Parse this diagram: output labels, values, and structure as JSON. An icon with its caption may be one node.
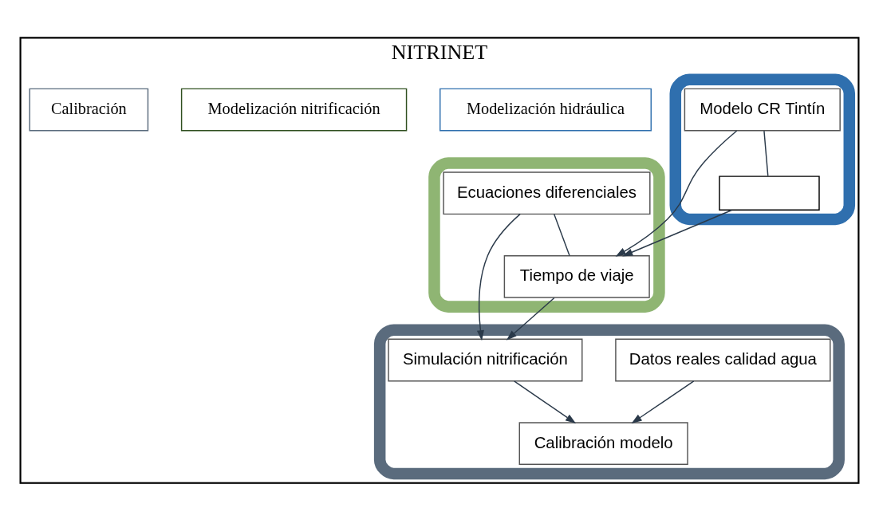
{
  "diagram": {
    "nodes": [
      {
        "text": [
          "NITRINET"
        ]
      },
      {
        "text": [],
        "shape": "gear",
        "in": 0
      },
      {
        "text": [
          "Modelo CR Tintín"
        ],
        "in": 1
      },
      {
        "text": [],
        "shape": "box",
        "in": 1
      },
      {
        "text": [],
        "shape": "gear",
        "in": 0
      },
      {
        "text": [
          "Ecuaciones diferenciales"
        ],
        "in": 4
      },
      {
        "text": [
          "Tiempo de viaje"
        ],
        "in": 4
      },
      {
        "text": [],
        "shape": "gear",
        "in": 0
      },
      {
        "text": [
          "Datos reales calidad agua"
        ],
        "in": 7
      },
      {
        "text": [
          "Calibración modelo"
        ],
        "in": 7
      },
      {
        "text": [
          "Simulación nitrificación"
        ],
        "in": 7
      },
      {
        "text": [
          "Modelización hidráulica"
        ],
        "in": 0
      },
      {
        "text": [
          "Modelización nitrificación"
        ],
        "in": 0
      },
      {
        "text": [
          "Calibración"
        ],
        "in": 0
      }
    ],
    "edges": [
      {
        "from": 2,
        "to": 3,
        "arrow": "none"
      },
      {
        "from": 2,
        "to": 6,
        "arrow": "to"
      },
      {
        "from": 3,
        "to": 6,
        "arrow": "to"
      },
      {
        "from": 5,
        "to": 6,
        "arrow": "none"
      },
      {
        "from": 5,
        "to": 10,
        "arrow": "to"
      },
      {
        "from": 6,
        "to": 10,
        "arrow": "to"
      },
      {
        "from": 8,
        "to": 9,
        "arrow": "to"
      },
      {
        "from": 10,
        "to": 9,
        "arrow": "to"
      }
    ]
  }
}
